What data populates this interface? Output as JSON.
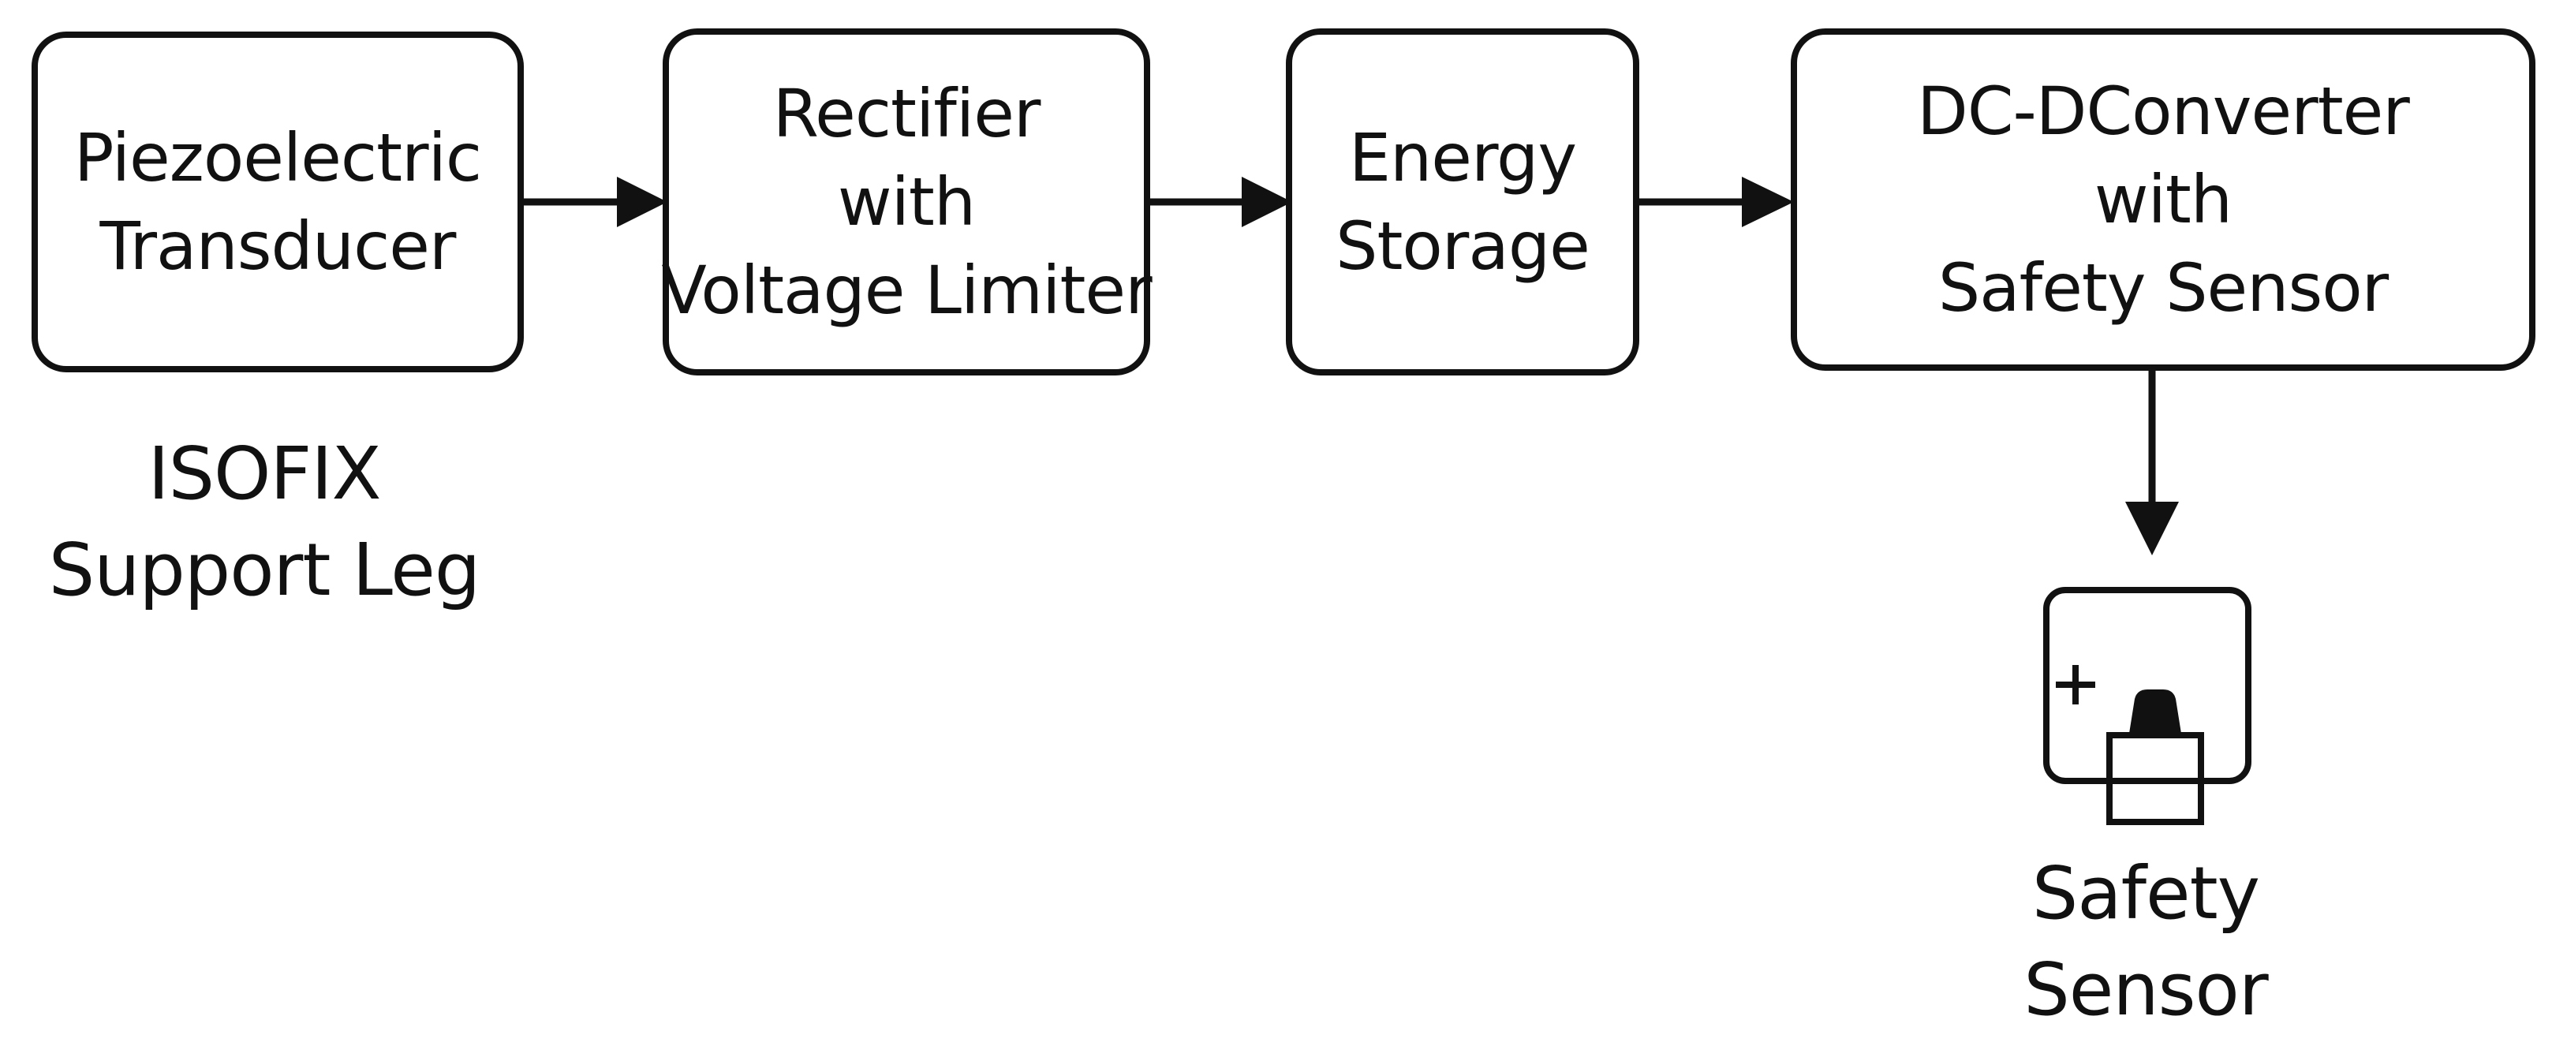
{
  "blocks": {
    "transducer": {
      "line1": "Piezoelectric",
      "line2": "Transducer"
    },
    "rectifier": {
      "line1": "Rectifier",
      "line2": "with",
      "line3": "Voltage Limiter"
    },
    "storage": {
      "line1": "Energy",
      "line2": "Storage"
    },
    "converter": {
      "line1": "DC-DConverter",
      "line2": "with",
      "line3": "Safety Sensor"
    }
  },
  "labels": {
    "isofix": {
      "line1": "ISOFIX",
      "line2": "Support Leg"
    },
    "safety_sensor": {
      "line1": "Safety",
      "line2": "Sensor"
    }
  },
  "icons": {
    "sensor_symbol": "safety-sensor-icon",
    "plus_sign": "+"
  },
  "colors": {
    "stroke": "#111111",
    "background": "#ffffff"
  }
}
